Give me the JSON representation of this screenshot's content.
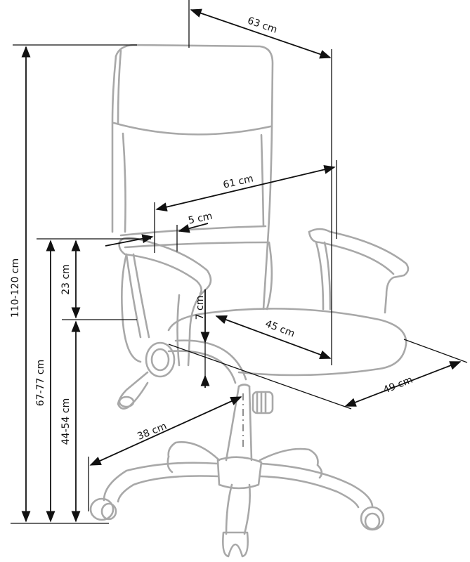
{
  "diagram": {
    "subject": "office chair",
    "dimensions": {
      "total_height": "110-120 cm",
      "armrest_height": "67-77 cm",
      "seat_height": "44-54 cm",
      "armrest_above_seat": "23 cm",
      "backrest_depth_top": "63 cm",
      "overall_width": "61 cm",
      "armrest_width": "5 cm",
      "seat_thickness": "7 cm",
      "seat_depth": "45 cm",
      "seat_width": "49 cm",
      "base_radius": "38 cm"
    },
    "colors": {
      "chair_outline": "#a8a8a8",
      "dimension_lines": "#111111",
      "background": "#ffffff"
    }
  }
}
